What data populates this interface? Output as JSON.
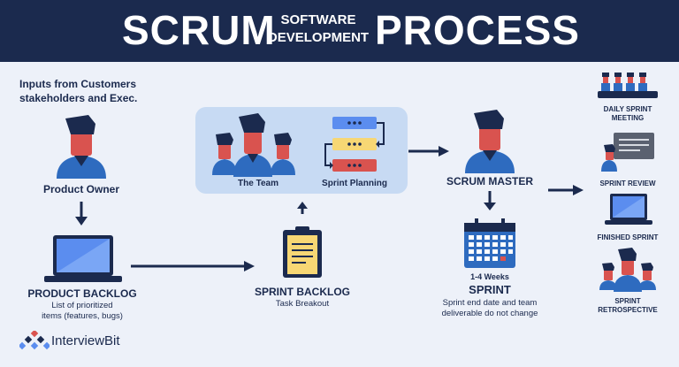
{
  "title": {
    "word1": "SCRUM",
    "middle_line1": "SOFTWARE",
    "middle_line2": "DEVELOPMENT",
    "word2": "PROCESS"
  },
  "inputs": {
    "line1": "Inputs from Customers",
    "line2": "stakeholders and Exec."
  },
  "product_owner": {
    "label": "Product Owner"
  },
  "product_backlog": {
    "label": "PRODUCT BACKLOG",
    "desc_line1": "List of prioritized",
    "desc_line2": "items (features, bugs)"
  },
  "the_team": {
    "label": "The Team"
  },
  "sprint_planning": {
    "label": "Sprint Planning"
  },
  "sprint_backlog": {
    "label": "SPRINT BACKLOG",
    "desc": "Task Breakout"
  },
  "scrum_master": {
    "label": "SCRUM MASTER"
  },
  "sprint": {
    "duration": "1-4 Weeks",
    "label": "SPRINT",
    "desc_line1": "Sprint end date and team",
    "desc_line2": "deliverable do not change"
  },
  "outputs": {
    "daily_meeting_line1": "DAILY SPRINT",
    "daily_meeting_line2": "MEETING",
    "review": "SPRINT REVIEW",
    "finished": "FINISHED SPRINT",
    "retro_line1": "SPRINT",
    "retro_line2": "RETROSPECTIVE"
  },
  "brand": {
    "name": "InterviewBit"
  },
  "colors": {
    "navy": "#1b2a4e",
    "background": "#edf1f9",
    "skin": "#d9534f",
    "shirt": "#2e6bbf",
    "panel": "#c7daf3",
    "blue": "#5b8def",
    "yellow": "#f7d774",
    "red": "#d9534f"
  }
}
